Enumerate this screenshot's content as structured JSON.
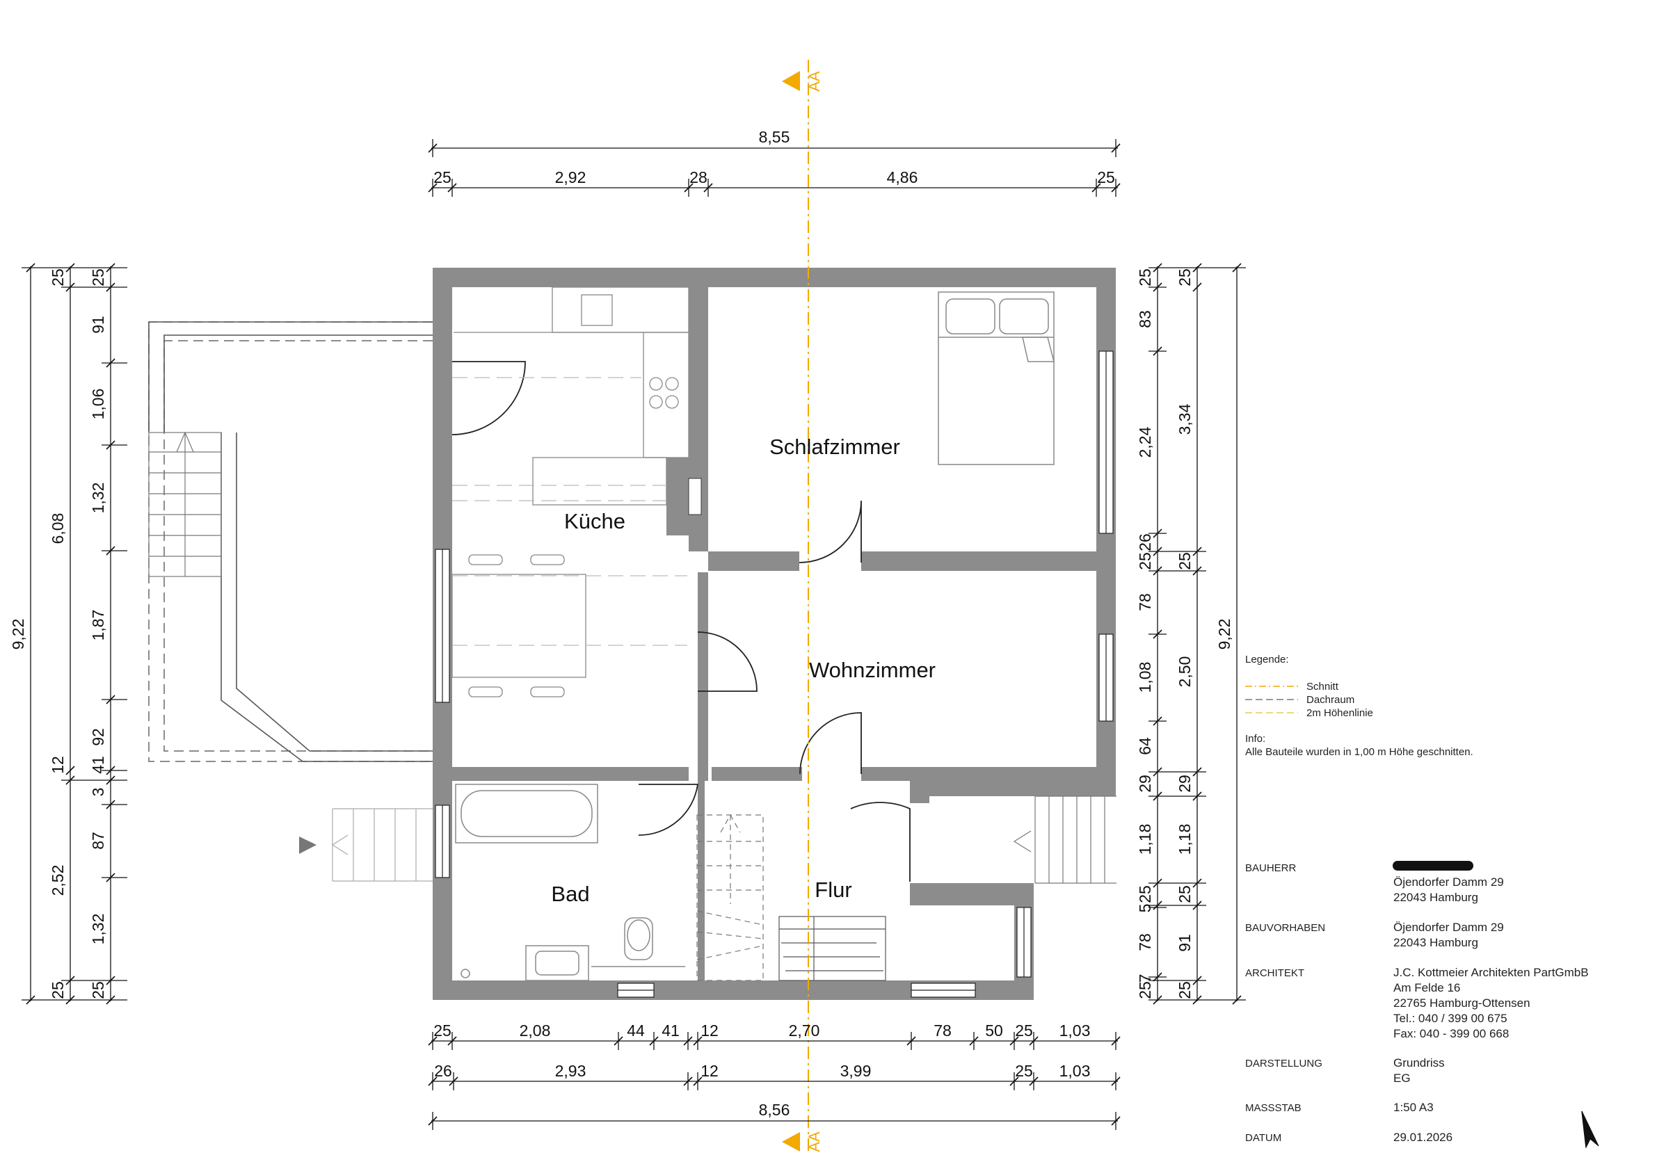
{
  "section_marker": {
    "label": "AA"
  },
  "dimensions": {
    "top_total": "8,55",
    "top": [
      "25",
      "2,92",
      "28",
      "4,86",
      "25"
    ],
    "bottom1": [
      "25",
      "2,08",
      "44",
      "41",
      "12",
      "2,70",
      "78",
      "50",
      "25",
      "1,03"
    ],
    "bottom2": [
      "26",
      "2,93",
      "12",
      "3,99",
      "25",
      "1,03"
    ],
    "bottom_total": "8,56",
    "left_total": "9,22",
    "left_mid": [
      "25",
      "6,08",
      "12",
      "2,52",
      "25"
    ],
    "left_inner": [
      "25",
      "91",
      "1,06",
      "1,32",
      "1,87",
      "92",
      "41",
      "3",
      "87",
      "1,32",
      "25"
    ],
    "right_inner": [
      "25",
      "83",
      "2,24",
      "26",
      "25",
      "78",
      "1,08",
      "64",
      "29",
      "1,18",
      "25",
      "5",
      "78",
      "7",
      "25"
    ],
    "right_outer": [
      "25",
      "3,34",
      "25",
      "2,50",
      "29",
      "1,18",
      "25",
      "91",
      "25"
    ],
    "right_total": "9,22"
  },
  "rooms": {
    "kueche": "Küche",
    "schlafzimmer": "Schlafzimmer",
    "wohnzimmer": "Wohnzimmer",
    "bad": "Bad",
    "flur": "Flur"
  },
  "legend": {
    "title": "Legende:",
    "items": [
      {
        "label": "Schnitt",
        "color": "#f2a900"
      },
      {
        "label": "Dachraum",
        "color": "#7a7a7a"
      },
      {
        "label": "2m Höhenlinie",
        "color": "#e8c95a"
      }
    ],
    "info_title": "Info:",
    "info_text": "Alle Bauteile wurden in 1,00 m Höhe geschnitten."
  },
  "title_block": {
    "bauherr_label": "BAUHERR",
    "bauherr_lines": [
      "Öjendorfer Damm 29",
      "22043 Hamburg"
    ],
    "bauvorhaben_label": "BAUVORHABEN",
    "bauvorhaben_lines": [
      "Öjendorfer Damm 29",
      "22043 Hamburg"
    ],
    "architekt_label": "ARCHITEKT",
    "architekt_lines": [
      "J.C. Kottmeier Architekten PartGmbB",
      "Am Felde 16",
      "22765 Hamburg-Ottensen",
      "Tel.: 040 / 399 00 675",
      "Fax: 040 - 399 00 668"
    ],
    "darstellung_label": "DARSTELLUNG",
    "darstellung_lines": [
      "Grundriss",
      "EG"
    ],
    "massstab_label": "MASSSTAB",
    "massstab_value": "1:50 A3",
    "datum_label": "DATUM",
    "datum_value": "29.01.2026"
  },
  "colors": {
    "wall": "#8c8c8c",
    "accent": "#f2a900"
  }
}
